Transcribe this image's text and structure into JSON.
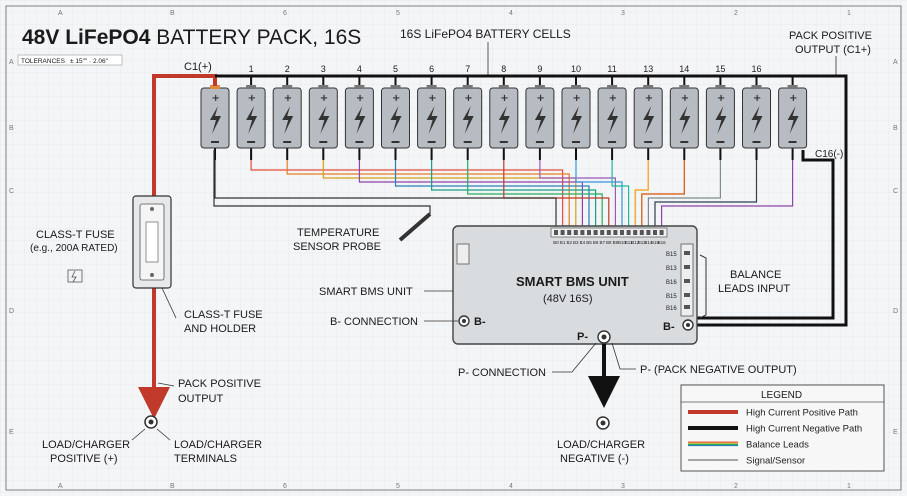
{
  "title_bold": "48V LiFePO4",
  "title_rest": " BATTERY PACK, 16S",
  "tolerances": "TOLERANCES",
  "tolerances_value": "± 15\"\" · 2.06\"",
  "border_letters_top": [
    "A",
    "B",
    "6",
    "5",
    "4",
    "3",
    "2",
    "1"
  ],
  "border_letters_side": [
    "A",
    "B",
    "C",
    "D",
    "E"
  ],
  "cells_title": "16S LiFePO4 BATTERY CELLS",
  "cell_numbers": [
    "1",
    "2",
    "3",
    "4",
    "5",
    "6",
    "7",
    "8",
    "9",
    "10",
    "11",
    "13",
    "14",
    "15",
    "16"
  ],
  "c1_label": "C1(+)",
  "c16_label": "C16(-)",
  "pack_pos_out_1": "PACK POSITIVE",
  "pack_pos_out_2": "OUTPUT (C1+)",
  "fuse_label_1": "CLASS-T FUSE",
  "fuse_label_2": "(e.g., 200A RATED)",
  "fuse_holder_1": "CLASS-T FUSE",
  "fuse_holder_2": "AND HOLDER",
  "pack_pos_1": "PACK POSITIVE",
  "pack_pos_2": "OUTPUT",
  "load_pos_1": "LOAD/CHARGER",
  "load_pos_2": "POSITIVE (+)",
  "load_term_1": "LOAD/CHARGER",
  "load_term_2": "TERMINALS",
  "temp_1": "TEMPERATURE",
  "temp_2": "SENSOR PROBE",
  "bms_left": "SMART BMS UNIT",
  "bneg_conn": "B- CONNECTION",
  "bms_title": "SMART BMS UNIT",
  "bms_sub": "(48V 16S)",
  "b_minus": "B-",
  "b_minus_right": "B-",
  "p_minus": "P-",
  "pin_labels": [
    "B0",
    "B1",
    "B2",
    "B3",
    "B4",
    "B5",
    "B6",
    "B7",
    "B8",
    "B9",
    "B10",
    "B11",
    "B12",
    "B13",
    "B14",
    "B15",
    "B16"
  ],
  "side_pins": [
    "B15",
    "B13",
    "B16",
    "B15",
    "B16"
  ],
  "balance_1": "BALANCE",
  "balance_2": "LEADS INPUT",
  "pneg_conn": "P- CONNECTION",
  "pneg_out": "P- (PACK NEGATIVE OUTPUT)",
  "load_neg_1": "LOAD/CHARGER",
  "load_neg_2": "NEGATIVE (-)",
  "legend": {
    "title": "LEGEND",
    "items": [
      {
        "label": "High Current Positive Path",
        "color": "#c0392b"
      },
      {
        "label": "High Current Negative Path",
        "color": "#111111"
      },
      {
        "label": "Balance Leads",
        "color": "#b08a3c"
      },
      {
        "label": "Signal/Sensor",
        "color": "#555555"
      }
    ]
  },
  "colors": {
    "positive": "#c0392b",
    "negative": "#111111",
    "bms_fill": "#d9dcdf",
    "cell_fill": "#b7bcc2",
    "balance": [
      "#e74c3c",
      "#e67e22",
      "#d4a017",
      "#8e44ad",
      "#2980b9",
      "#16a085",
      "#27ae60",
      "#c0392b",
      "#9b59b6",
      "#3498db",
      "#1abc9c",
      "#f39c12",
      "#d35400",
      "#7f8c8d",
      "#2c3e50",
      "#8e44ad"
    ]
  }
}
